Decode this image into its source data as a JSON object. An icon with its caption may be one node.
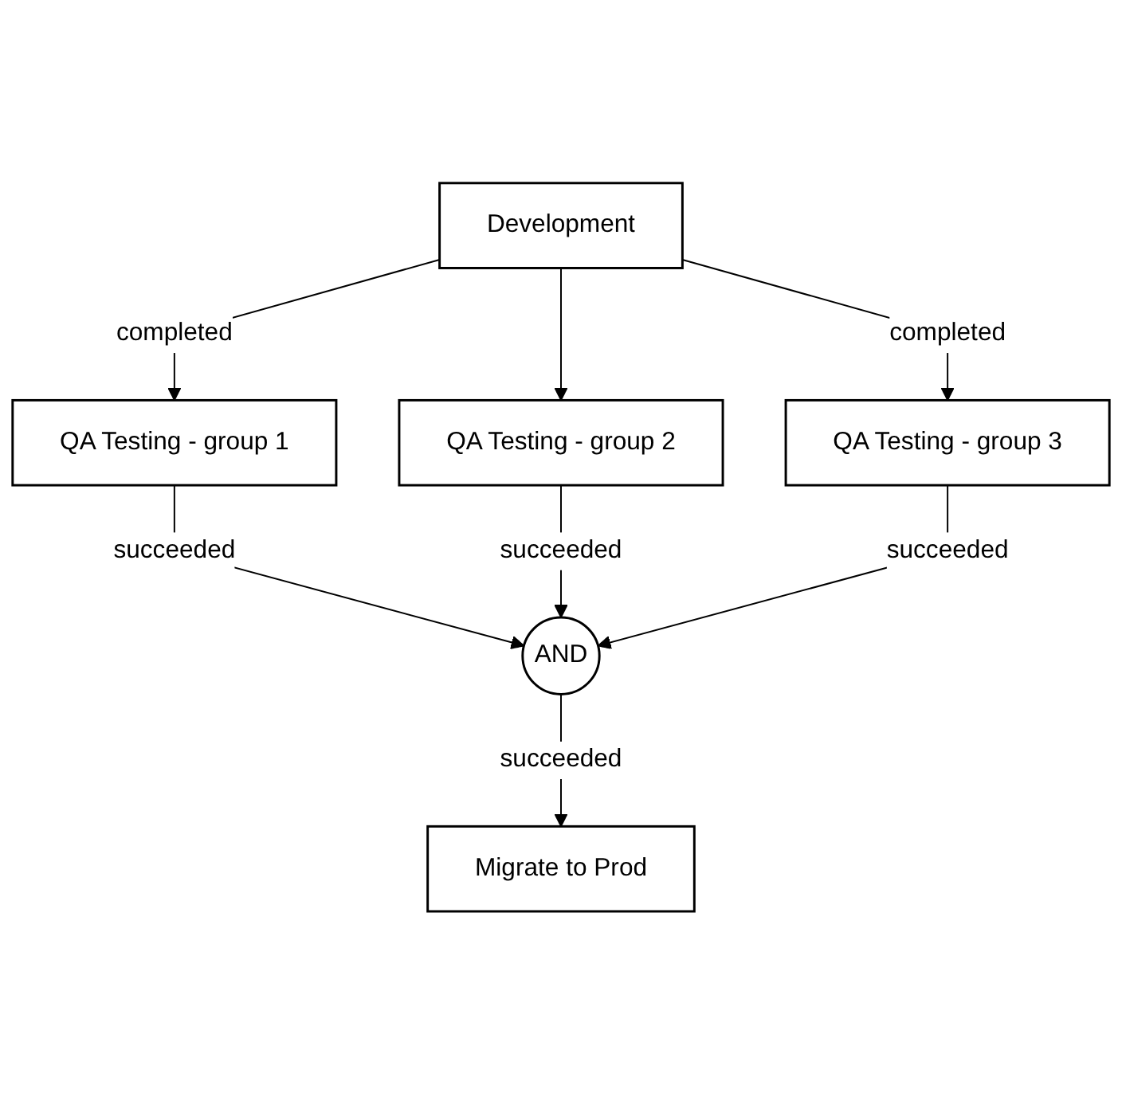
{
  "diagram": {
    "nodes": [
      {
        "text": [
          "Development"
        ]
      },
      {
        "text": [
          "QA Testing - group 1"
        ]
      },
      {
        "text": [
          "QA Testing - group 2"
        ]
      },
      {
        "text": [
          "QA Testing - group 3"
        ]
      },
      {
        "text": [
          "AND"
        ]
      },
      {
        "text": [
          "Migrate to Prod"
        ]
      }
    ],
    "edges": [
      {
        "from": 0,
        "to": 1,
        "arrow": "to",
        "label": "completed"
      },
      {
        "from": 0,
        "to": 2,
        "arrow": "to"
      },
      {
        "from": 0,
        "to": 3,
        "arrow": "to",
        "label": "completed"
      },
      {
        "from": 1,
        "to": 4,
        "arrow": "to",
        "label": "succeeded"
      },
      {
        "from": 2,
        "to": 4,
        "arrow": "to",
        "label": "succeeded"
      },
      {
        "from": 3,
        "to": 4,
        "arrow": "to",
        "label": "succeeded"
      },
      {
        "from": 4,
        "to": 5,
        "arrow": "to",
        "label": "succeeded"
      }
    ]
  }
}
